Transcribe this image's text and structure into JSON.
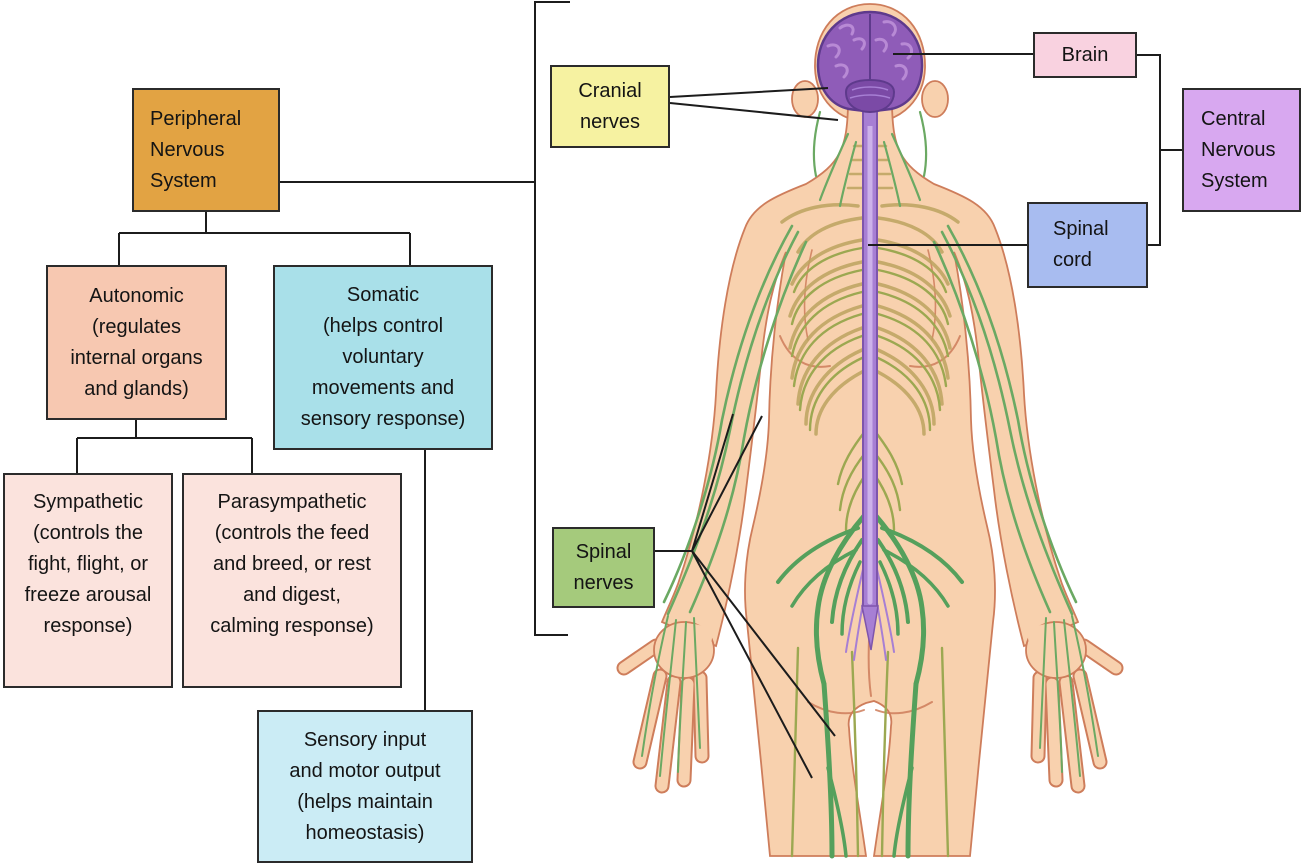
{
  "figure": {
    "type": "nervous-system-diagram",
    "description": "Flowchart of peripheral vs central nervous system with posterior human body illustration"
  },
  "flowchart": {
    "peripheral_nervous_system": {
      "label": "Peripheral\nNervous\nSystem",
      "fill": "#E2A343"
    },
    "autonomic": {
      "label": "Autonomic\n(regulates\ninternal organs\nand glands)",
      "fill": "#F7C8B1"
    },
    "somatic": {
      "label": "Somatic\n(helps control\nvoluntary\nmovements and\nsensory response)",
      "fill": "#A9E0E9"
    },
    "sympathetic": {
      "label": "Sympathetic\n(controls the\nfight, flight, or\nfreeze arousal\nresponse)",
      "fill": "#FBE3DD"
    },
    "parasympathetic": {
      "label": "Parasympathetic\n(controls the feed\nand breed, or rest\nand digest,\ncalming response)",
      "fill": "#FBE3DD"
    },
    "sensory_motor": {
      "label": "Sensory input\nand motor output\n(helps maintain\nhomeostasis)",
      "fill": "#CBECF5"
    }
  },
  "anatomy": {
    "cranial_nerves": {
      "label": "Cranial\nnerves",
      "fill": "#F6F2A1"
    },
    "brain": {
      "label": "Brain",
      "fill": "#F9D2E0"
    },
    "spinal_cord": {
      "label": "Spinal\ncord",
      "fill": "#A8BCF0"
    },
    "central_nervous_system": {
      "label": "Central\nNervous\nSystem",
      "fill": "#D8A8F0"
    },
    "spinal_nerves": {
      "label": "Spinal\nnerves",
      "fill": "#A5CA7C"
    }
  },
  "colors": {
    "line": "#1C1C1C",
    "box-border": "#2B2B2B",
    "skin": "#F8D1AE",
    "skin-outline": "#CE7D5B",
    "rib": "#BCA35F",
    "nerve": "#6BA963",
    "nerve-olive": "#9CA851",
    "nerve-deep": "#55A05C",
    "cord": "#A77FD4",
    "cord-dark": "#7E55AC",
    "cord-light": "#CDB2EA",
    "brain": "#8F5CB8",
    "brain-dark": "#5E3A8C",
    "brain-light": "#B88AD5",
    "cereb": "#7B4AA6"
  }
}
